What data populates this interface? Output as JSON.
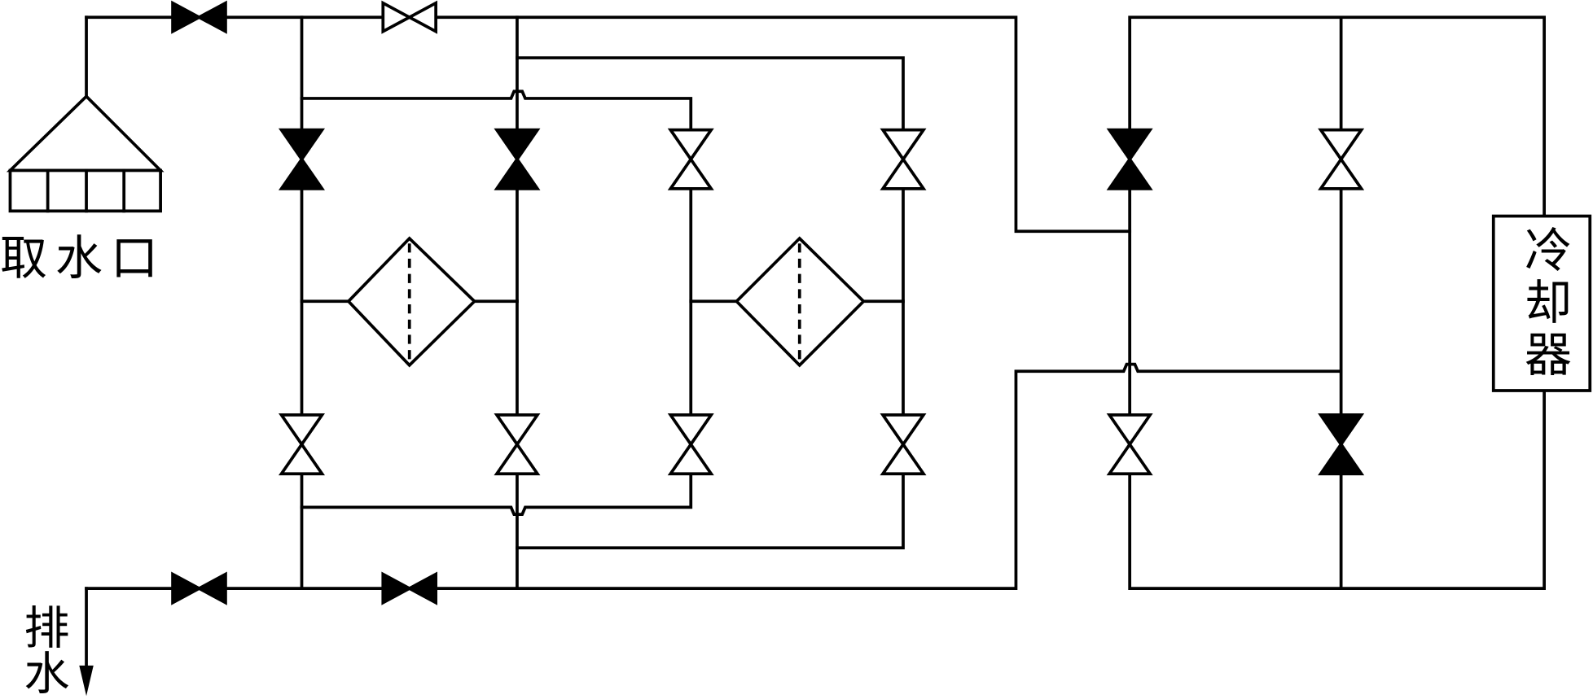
{
  "diagram": {
    "labels": {
      "intake": "取水口",
      "drain": "排水",
      "cooler": "冷却器"
    },
    "colors": {
      "line": "#000000",
      "background": "#ffffff"
    }
  }
}
